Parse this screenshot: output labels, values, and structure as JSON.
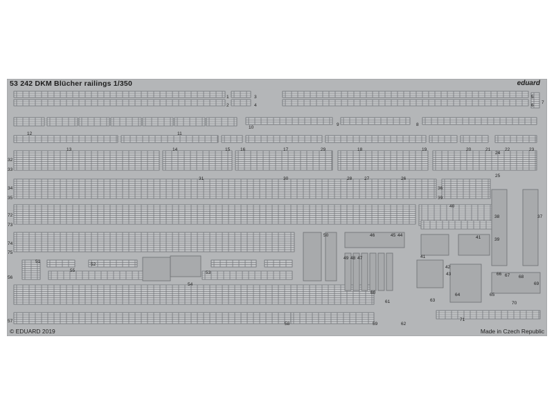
{
  "fret": {
    "title": "53 242  DKM Blücher  railings   1/350",
    "brand": "eduard",
    "copyright": "© EDUARD 2019",
    "origin": "Made in Czech Republic",
    "colors": {
      "background": "#ffffff",
      "metal": "#b4b6b8",
      "rail": "#6c6e72",
      "rail_light": "#d2d4d6",
      "text": "#1d1d1d"
    }
  },
  "part_numbers": [
    "1",
    "2",
    "3",
    "4",
    "5",
    "6",
    "7",
    "8",
    "9",
    "10",
    "11",
    "12",
    "13",
    "14",
    "15",
    "16",
    "17",
    "18",
    "19",
    "20",
    "21",
    "22",
    "23",
    "24",
    "25",
    "26",
    "27",
    "28",
    "29",
    "30",
    "31",
    "32",
    "33",
    "34",
    "35",
    "36",
    "37",
    "38",
    "39",
    "40",
    "41",
    "42",
    "43",
    "44",
    "45",
    "46",
    "47",
    "48",
    "49",
    "50",
    "51",
    "52",
    "53",
    "54",
    "55",
    "56",
    "57",
    "58",
    "59",
    "60",
    "61",
    "62",
    "63",
    "64",
    "65",
    "66",
    "67",
    "68",
    "69",
    "70",
    "71",
    "72",
    "73",
    "74",
    "75"
  ]
}
